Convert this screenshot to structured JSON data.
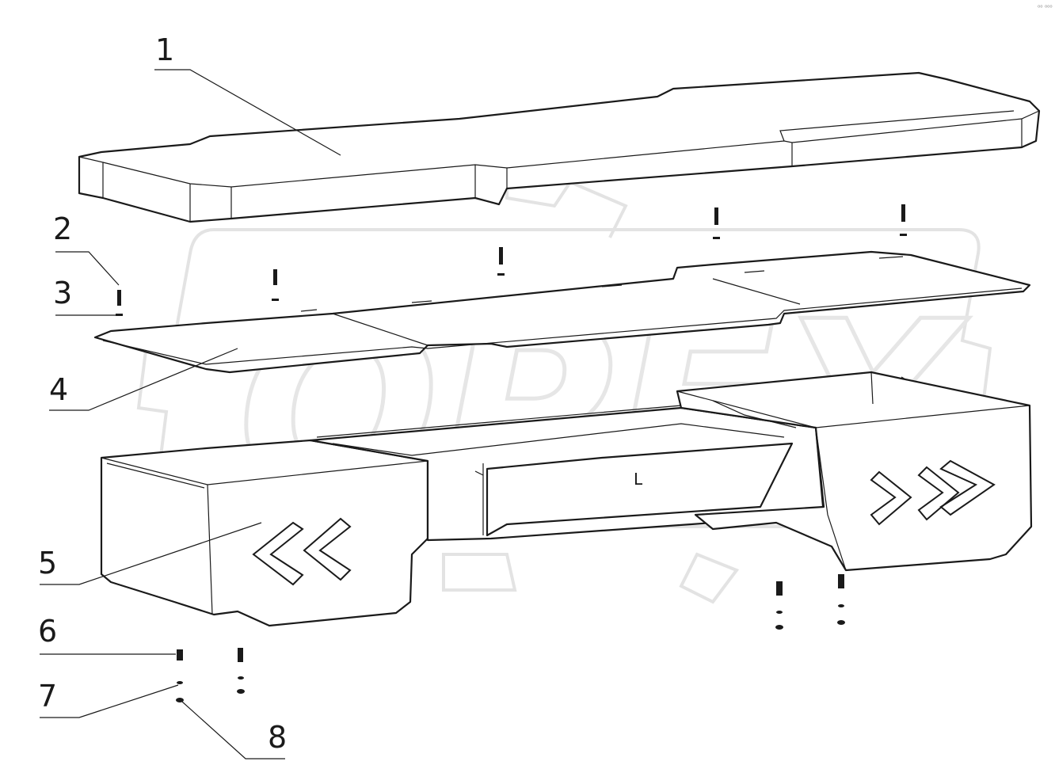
{
  "diagram": {
    "corner_text": "⁰⁰ ⁰⁰⁰",
    "watermark_text": "OPEX",
    "callouts": [
      {
        "id": "1",
        "label": "1"
      },
      {
        "id": "2",
        "label": "2"
      },
      {
        "id": "3",
        "label": "3"
      },
      {
        "id": "4",
        "label": "4"
      },
      {
        "id": "5",
        "label": "5"
      },
      {
        "id": "6",
        "label": "6"
      },
      {
        "id": "7",
        "label": "7"
      },
      {
        "id": "8",
        "label": "8"
      }
    ],
    "center_mark": "L"
  }
}
